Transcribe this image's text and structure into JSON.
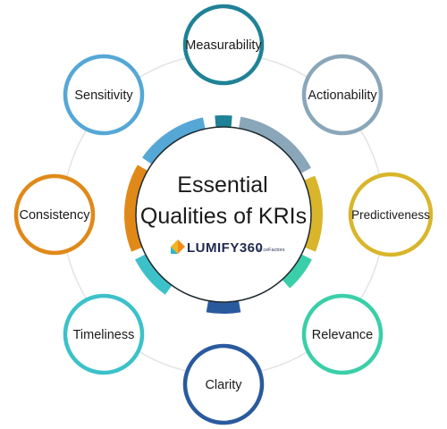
{
  "center": {
    "title_line1": "Essential",
    "title_line2": "Qualities of KRIs",
    "logo": {
      "brand": "LUMIFY360",
      "sub": "by ceFactors",
      "colors": [
        "#f2b51f",
        "#f28b1f",
        "#2eb6c8",
        "#2a5fa5"
      ]
    }
  },
  "qualities": [
    {
      "label": "Measurability",
      "color": "#1f8296"
    },
    {
      "label": "Actionability",
      "color": "#8aa6b9"
    },
    {
      "label": "Predictiveness",
      "color": "#d9b52b"
    },
    {
      "label": "Relevance",
      "color": "#3acfa8"
    },
    {
      "label": "Clarity",
      "color": "#2a5a9e"
    },
    {
      "label": "Timeliness",
      "color": "#3cc1c9"
    },
    {
      "label": "Consistency",
      "color": "#e08919"
    },
    {
      "label": "Sensitivity",
      "color": "#55a7d6"
    }
  ],
  "colors": {
    "orbit": "#e3e3e3",
    "center_fill": "#ffffff"
  }
}
